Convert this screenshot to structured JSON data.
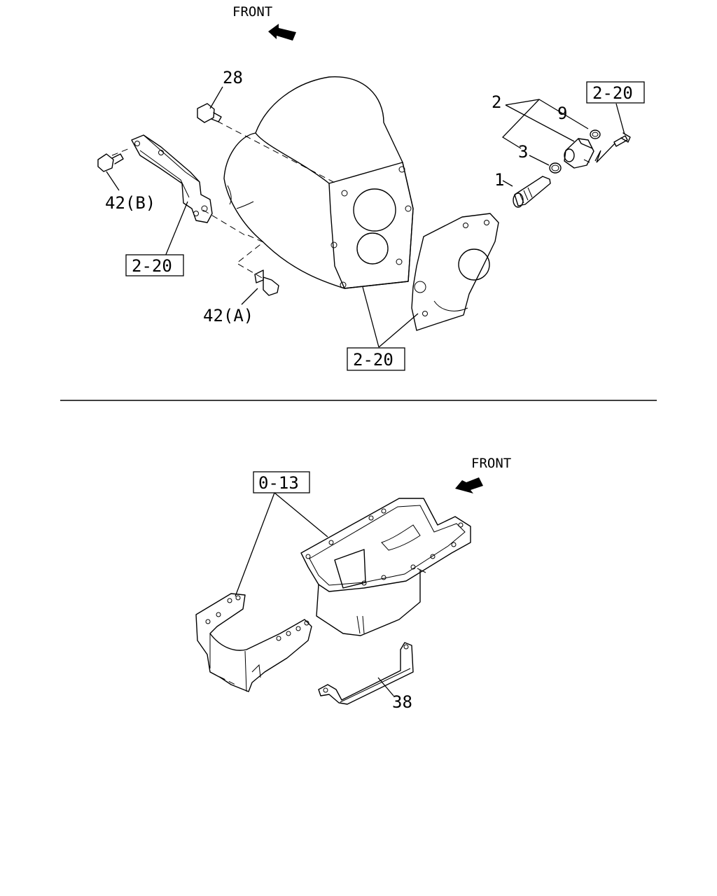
{
  "top_view": {
    "front_label": "FRONT",
    "callouts": {
      "c28": "28",
      "c42b": "42(B)",
      "c42a": "42(A)",
      "c2": "2",
      "c9": "9",
      "c3": "3",
      "c1": "1"
    },
    "refs": {
      "ref_left": "2-20",
      "ref_bottom": "2-20",
      "ref_topright": "2-20"
    }
  },
  "bottom_view": {
    "front_label": "FRONT",
    "callouts": {
      "c38": "38"
    },
    "refs": {
      "ref_oilpan": "0-13"
    }
  }
}
